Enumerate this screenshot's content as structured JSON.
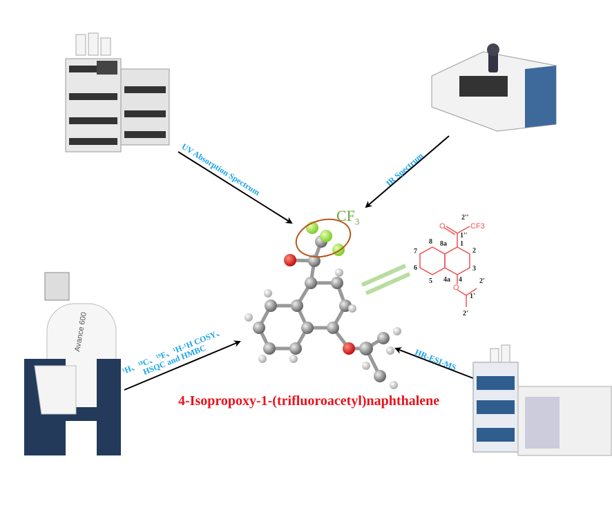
{
  "compound_name": "4-Isopropoxy-1-(trifluoroacetyl)naphthalene",
  "group_label": {
    "main": "CF",
    "sub": "3"
  },
  "techniques": {
    "uv": "UV Absorption Spectrum",
    "ir": "IR Spectrum",
    "nmr_line1": "¹H、¹⁸C、¹⁹F、¹H-¹H COSY、",
    "nmr_line2": "HSQC and HMBC",
    "ms": "HR-ESI-MS"
  },
  "structure_labels": {
    "o": "O",
    "cf3": "CF3",
    "c2pp": "2''",
    "c1pp": "1''",
    "c1": "1",
    "c2": "2",
    "c3": "3",
    "c4": "4",
    "c4a": "4a",
    "c5": "5",
    "c6": "6",
    "c7": "7",
    "c8": "8",
    "c8a": "8a",
    "o2": "O",
    "c1p": "1'",
    "c2p_a": "2'",
    "c2p_b": "2'"
  },
  "colors": {
    "arrow": "#000000",
    "label": "#1aa3e8",
    "title": "#e8141c",
    "structure": "#f05050",
    "cf3": "#6aa53a",
    "ellipse": "#b8561b"
  }
}
